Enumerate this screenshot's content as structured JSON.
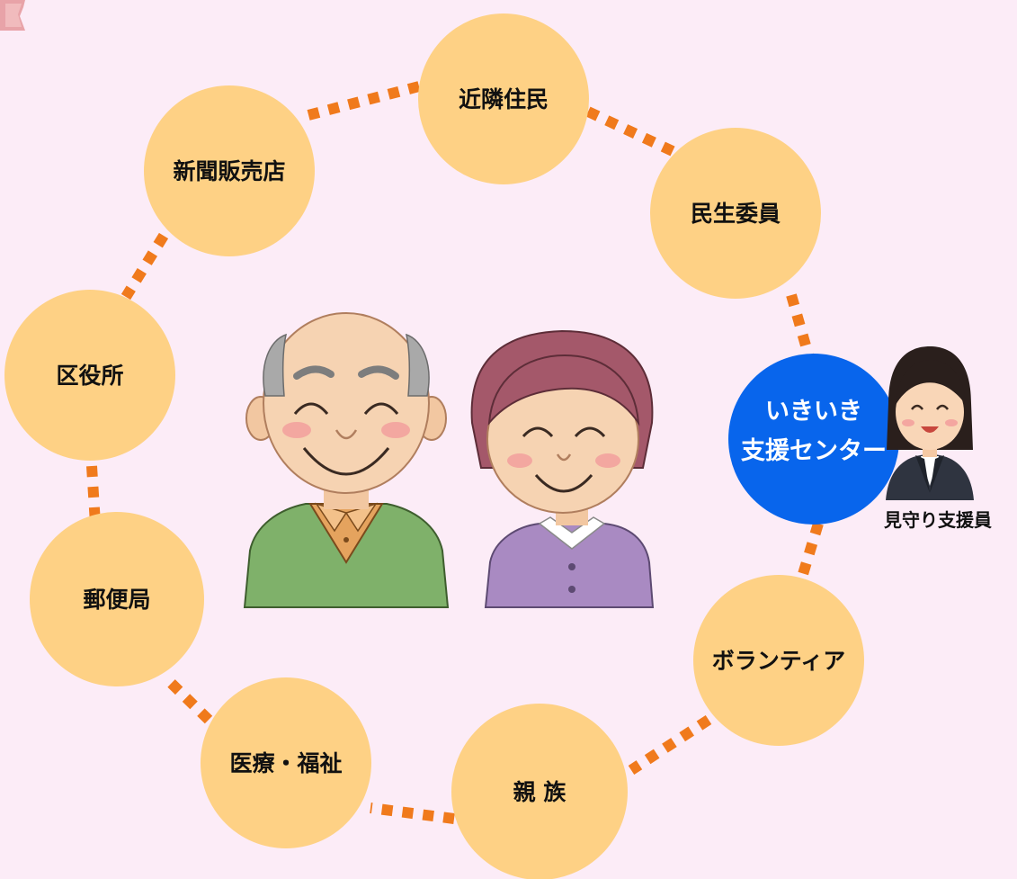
{
  "colors": {
    "background": "#fcecf7",
    "node_fill": "#fed185",
    "center_fill": "#0865ec",
    "dotted_line": "#f07a1c"
  },
  "nodes": [
    {
      "id": "neighbors",
      "label": "近隣住民"
    },
    {
      "id": "welfare-commissioner",
      "label": "民生委員"
    },
    {
      "id": "volunteer",
      "label": "ボランティア"
    },
    {
      "id": "relatives",
      "label": "親 族"
    },
    {
      "id": "medical-welfare",
      "label": "医療・福祉"
    },
    {
      "id": "post-office",
      "label": "郵便局"
    },
    {
      "id": "ward-office",
      "label": "区役所"
    },
    {
      "id": "newspaper-shop",
      "label": "新聞販売店"
    }
  ],
  "center": {
    "line1": "いきいき",
    "line2": "支援センター"
  },
  "staff": {
    "label": "見守り支援員"
  },
  "icons": {
    "elderly_man": "elderly-man-illustration",
    "elderly_woman": "elderly-woman-illustration",
    "staff": "support-staff-illustration",
    "corner": "page-corner-icon"
  }
}
